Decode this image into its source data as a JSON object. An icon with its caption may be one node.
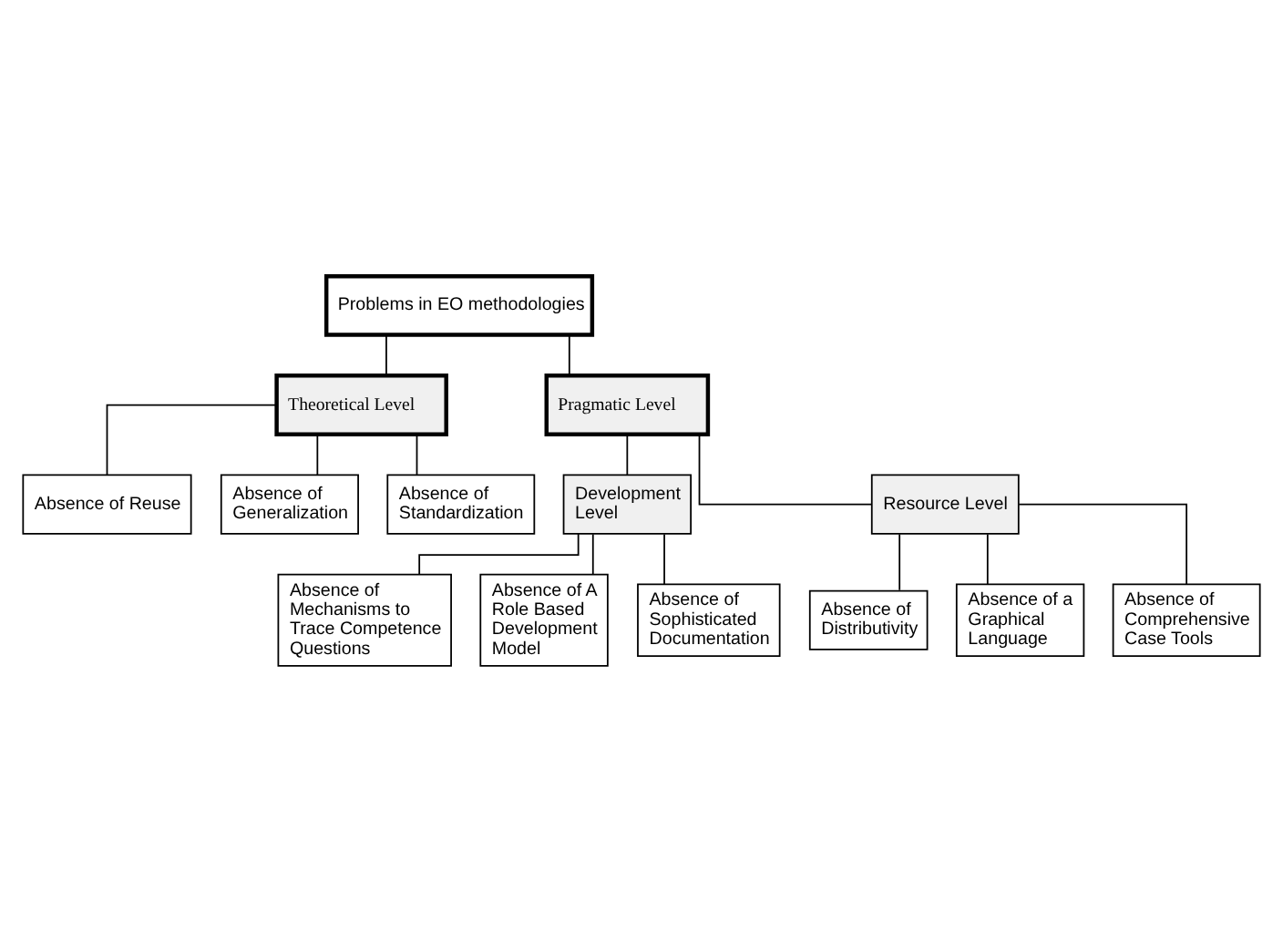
{
  "diagram": {
    "nodes": [
      {
        "text": [
          "Problems in EO methodologies"
        ]
      },
      {
        "text": [
          "Theoretical Level"
        ]
      },
      {
        "text": [
          "Pragmatic Level"
        ]
      },
      {
        "text": [
          "Absence of Reuse"
        ]
      },
      {
        "text": [
          "Absence of Generalization"
        ]
      },
      {
        "text": [
          "Absence of Standardization"
        ]
      },
      {
        "text": [
          "Development Level"
        ]
      },
      {
        "text": [
          "Resource Level"
        ]
      },
      {
        "text": [
          "Absence of Mechanisms to Trace Competence Questions"
        ]
      },
      {
        "text": [
          "Absence of A Role Based Development Model"
        ]
      },
      {
        "text": [
          "Absence of Sophisticated Documentation"
        ]
      },
      {
        "text": [
          "Absence of Distributivity"
        ]
      },
      {
        "text": [
          "Absence of a Graphical Language"
        ]
      },
      {
        "text": [
          "Absence of Comprehensive Case Tools"
        ]
      }
    ],
    "edges": [
      {
        "from": 0,
        "to": 1,
        "arrow": "none"
      },
      {
        "from": 0,
        "to": 2,
        "arrow": "none"
      },
      {
        "from": 1,
        "to": 3,
        "arrow": "none"
      },
      {
        "from": 1,
        "to": 4,
        "arrow": "none"
      },
      {
        "from": 1,
        "to": 5,
        "arrow": "none"
      },
      {
        "from": 2,
        "to": 6,
        "arrow": "none"
      },
      {
        "from": 2,
        "to": 7,
        "arrow": "none"
      },
      {
        "from": 6,
        "to": 8,
        "arrow": "none"
      },
      {
        "from": 6,
        "to": 9,
        "arrow": "none"
      },
      {
        "from": 6,
        "to": 10,
        "arrow": "none"
      },
      {
        "from": 7,
        "to": 11,
        "arrow": "none"
      },
      {
        "from": 7,
        "to": 12,
        "arrow": "none"
      },
      {
        "from": 7,
        "to": 13,
        "arrow": "none"
      }
    ]
  }
}
